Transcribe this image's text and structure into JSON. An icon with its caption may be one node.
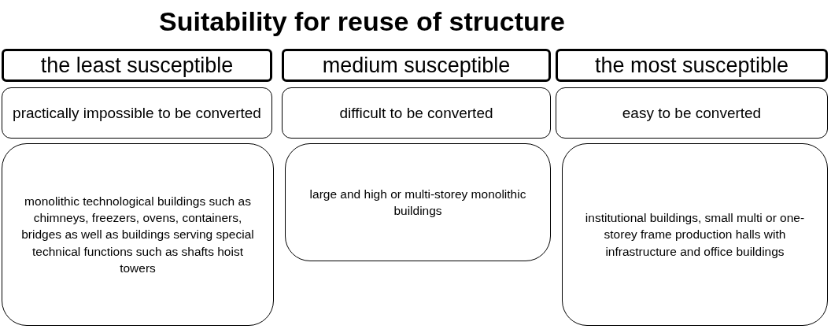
{
  "diagram": {
    "title": "Suitability for reuse of structure",
    "nodes": [
      {
        "text": [
          "the least susceptible"
        ]
      },
      {
        "text": [
          "medium susceptible"
        ]
      },
      {
        "text": [
          "the most susceptible"
        ]
      },
      {
        "text": [
          "practically impossible to be converted"
        ]
      },
      {
        "text": [
          "difficult to be converted"
        ]
      },
      {
        "text": [
          "easy to be converted"
        ]
      },
      {
        "text": [
          "monolithic technological buildings such as chimneys, freezers, ovens, containers, bridges as well as buildings serving special technical functions such as shafts hoist towers"
        ]
      },
      {
        "text": [
          "large and high or multi-storey monolithic buildings"
        ]
      },
      {
        "text": [
          "institutional buildings, small multi or one-storey frame production halls with infrastructure and office buildings"
        ]
      }
    ]
  }
}
